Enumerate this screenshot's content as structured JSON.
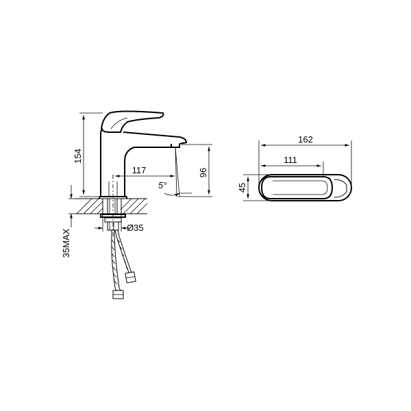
{
  "dimensions": {
    "height_total": "154",
    "spout_reach": "117",
    "spout_height": "96",
    "spout_angle": "5°",
    "deck_thickness": "35MAX",
    "hole_diameter": "Ø35",
    "top_length": "162",
    "handle_length": "111",
    "top_width": "45"
  }
}
